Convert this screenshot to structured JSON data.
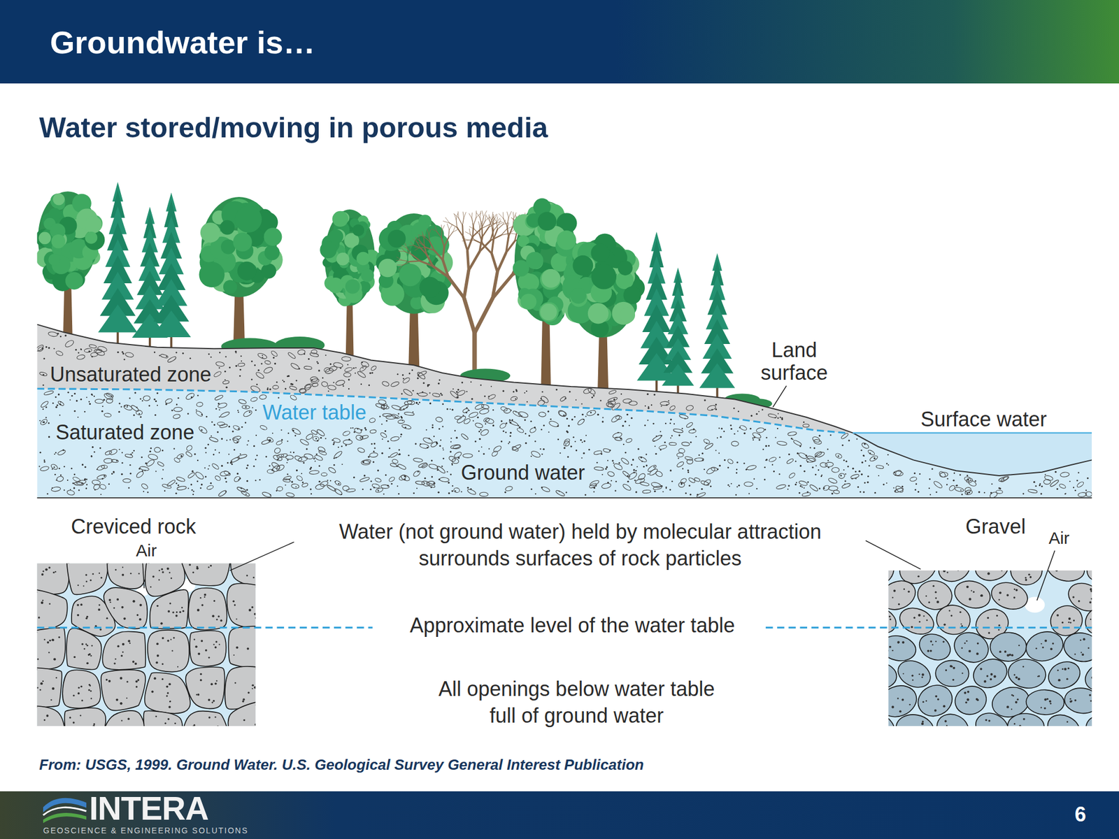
{
  "diagram": {
    "title": "Groundwater is…",
    "caption": "From: USGS, 1999. Ground Water. U.S. Geological Survey General Interest Publication",
    "labels": [
      "Water stored/moving in porous media",
      "Unsaturated zone",
      "Water table",
      "Saturated zone",
      "Ground water",
      "Land surface",
      "Surface water",
      "Creviced rock",
      "Air",
      "Water (not ground water) held by molecular attraction surrounds surfaces of rock particles",
      "Gravel",
      "Air",
      "Approximate level of the water table",
      "All openings below water table full of ground water",
      "INTERA",
      "GEOSCIENCE & ENGINEERING SOLUTIONS",
      "6"
    ]
  }
}
